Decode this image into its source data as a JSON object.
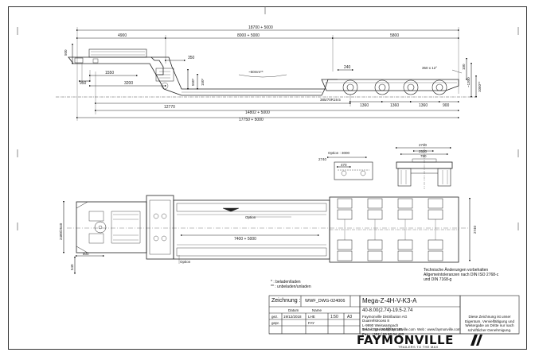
{
  "top_view": {
    "dims": {
      "overall_top": "18700 + 5000",
      "gooseneck_len": "4900",
      "deck_len": "8000 + 5000",
      "rear_len": "5800",
      "neck_height": "500",
      "d_1550": "1550",
      "d_950": "950",
      "d_3200": "3200",
      "d_350": "350",
      "d_550": "550*",
      "d_150": "150*",
      "deck_height": "~50mm**",
      "d_240": "240",
      "tyre": "385/70R19.5",
      "d_350x12": "350 x 12°",
      "d_100": "100",
      "d_1300": "~1300",
      "d_1050": "1050**",
      "kingpin_to_axle": "12770",
      "d_1360a": "1360",
      "d_1360b": "1360",
      "d_1360c": "1360",
      "d_900": "900",
      "total_1": "14802 + 5000",
      "total_2": "17750 + 5000"
    }
  },
  "rear_view": {
    "dims": {
      "w_2740": "2740",
      "w_2520": "2520",
      "w_750": "750"
    }
  },
  "option_view": {
    "label": "Option : 3000",
    "d_2740": "2740",
    "d_470": "470"
  },
  "plan_view": {
    "option_top": "Option",
    "option_bottom": "Option",
    "deck_width": "7400 + 5000",
    "left_w": "2480/2540",
    "d_540": "540",
    "d_800": "800",
    "right_w": "2740"
  },
  "legend": {
    "line1": "* : beladen/laden",
    "line2": "** : unbeladen/unladen"
  },
  "tech_note": [
    "Technische Änderungen vorbehalten",
    "Allgemeintoleranzen nach DIN ISO 2768-c",
    "und DIN 7168-g"
  ],
  "title_block": {
    "zeichnung_label": "Zeichnung :",
    "zeichnung_no": "WWF_DWG-024006",
    "model": "Mega-Z-4H-V-K3-A",
    "spec": "40-8.00(2.74)-19.5-2.74",
    "col_datum": "Datum",
    "col_name": "Name",
    "row_gez": "gez.",
    "row_gep": "gepr.",
    "gez_date": "19/12/2018",
    "gez_name": "LHE",
    "gep_name": "FAY",
    "scale": "1:50",
    "format": "A3",
    "company": "Faymonville Distribution AG",
    "address1": "Duarrefstrooss 8",
    "address2": "L-9990 Weiswampach",
    "tel": "Tel.: +352 / 26 90 04 155",
    "fax": "Fax.: +352 / 26 90 04 425",
    "email": "E-Mail : general@faymonville.com",
    "web": "Web : www.faymonville.com",
    "copyright": "Diese Zeichnung ist unser Eigentum. Vervielfältigung und Weitergabe an Dritte nur nach schriftlicher Genehmigung.",
    "logo": "FAYMONVILLE",
    "tagline": "TRAILERS TO THE MAX"
  }
}
